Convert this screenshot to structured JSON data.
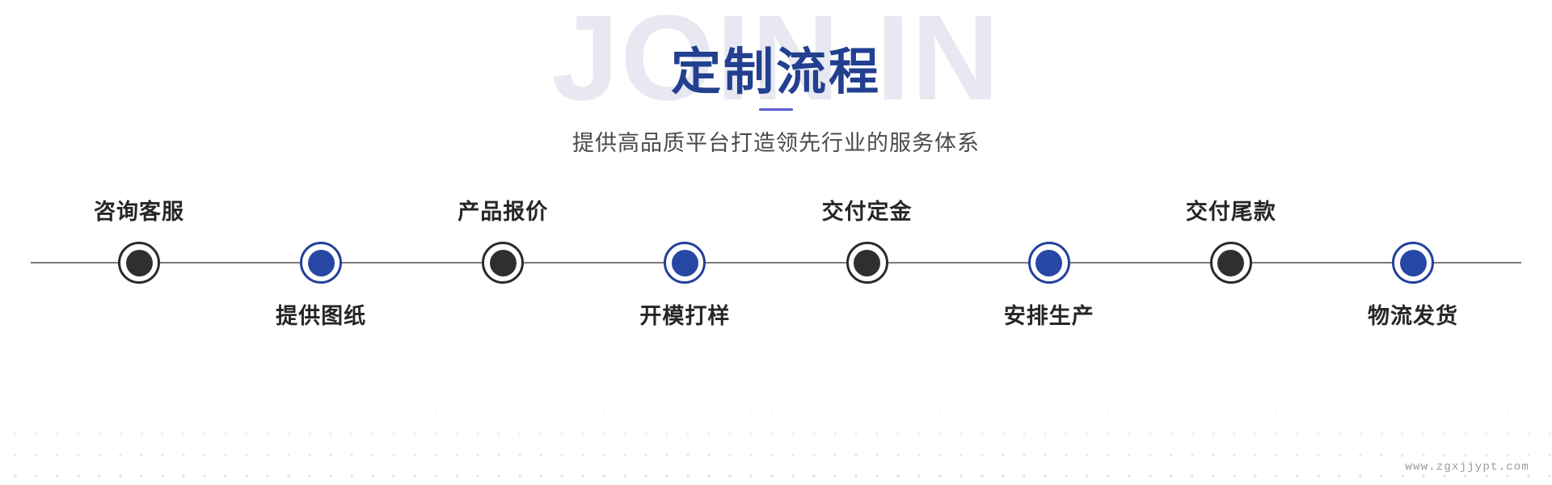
{
  "header": {
    "ghost_word": "JOIN IN",
    "title": "定制流程",
    "subtitle": "提供高品质平台打造领先行业的服务体系"
  },
  "colors": {
    "title_blue": "#22408f",
    "divider_purple": "#5a5fd0",
    "ghost_gray": "#e7e8f1",
    "node_dark": "#2f2f2f",
    "node_blue": "#2747a4",
    "line_gray": "#7b7b7b",
    "subtitle_gray": "#4a4a4a"
  },
  "timeline": {
    "steps": [
      {
        "index": 1,
        "label": "咨询客服",
        "position": "above",
        "variant": "dark"
      },
      {
        "index": 2,
        "label": "提供图纸",
        "position": "below",
        "variant": "blue"
      },
      {
        "index": 3,
        "label": "产品报价",
        "position": "above",
        "variant": "dark"
      },
      {
        "index": 4,
        "label": "开模打样",
        "position": "below",
        "variant": "blue"
      },
      {
        "index": 5,
        "label": "交付定金",
        "position": "above",
        "variant": "dark"
      },
      {
        "index": 6,
        "label": "安排生产",
        "position": "below",
        "variant": "blue"
      },
      {
        "index": 7,
        "label": "交付尾款",
        "position": "above",
        "variant": "dark"
      },
      {
        "index": 8,
        "label": "物流发货",
        "position": "below",
        "variant": "blue"
      }
    ]
  },
  "footer": {
    "watermark": "www.zgxjjypt.com"
  }
}
